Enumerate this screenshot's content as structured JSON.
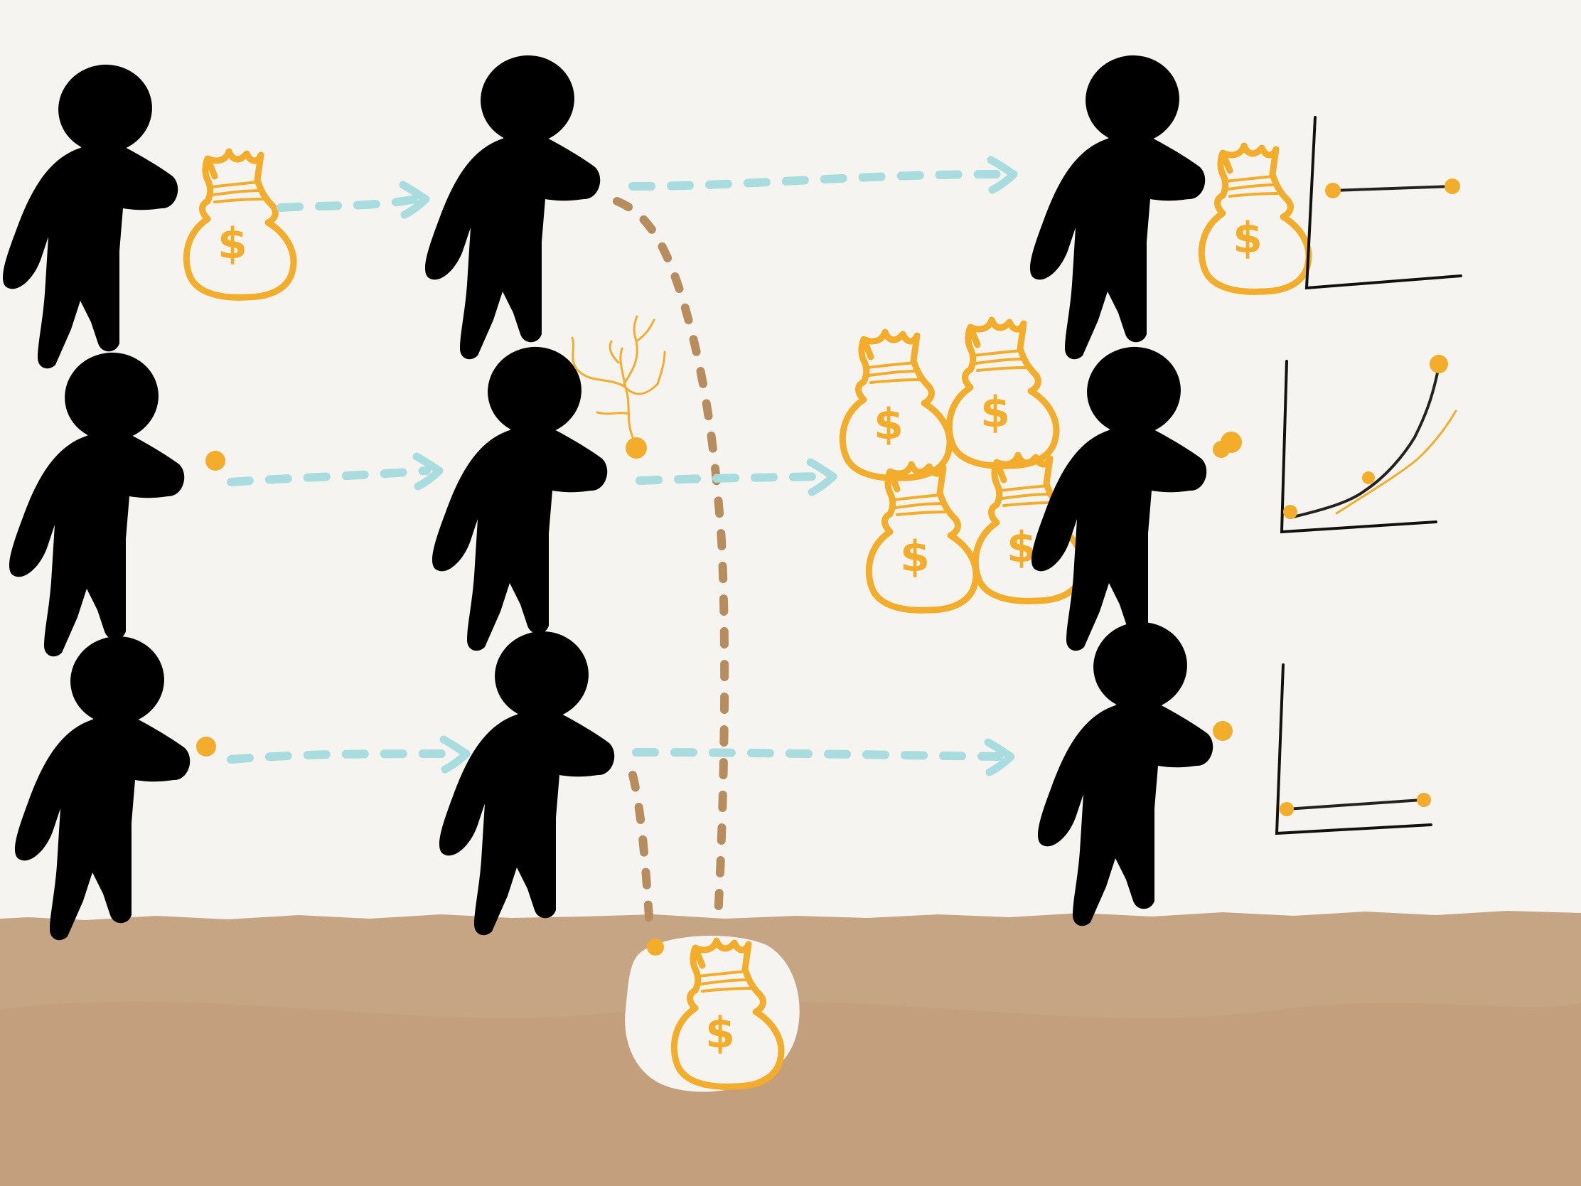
{
  "colors": {
    "background": "#f5f4f0",
    "ground": "#c6a584",
    "gold": "#f3ad2b",
    "flow_arrow": "#a8dcdf",
    "buried_path": "#b88d5e",
    "silhouette": "#000000"
  },
  "bag_symbol": "$",
  "icons": [
    "person-silhouette",
    "money-bag-icon",
    "coin-icon",
    "sprout-icon",
    "flat-line-chart-icon",
    "rising-line-chart-icon"
  ],
  "rows": [
    {
      "name": "row-1",
      "start": "money-bag",
      "result": "money-bag",
      "chart": "flat"
    },
    {
      "name": "row-2",
      "start": "coin",
      "result": "money-bags-x4",
      "chart": "rising"
    },
    {
      "name": "row-3",
      "start": "coin",
      "result": "coin",
      "chart": "flat"
    }
  ]
}
